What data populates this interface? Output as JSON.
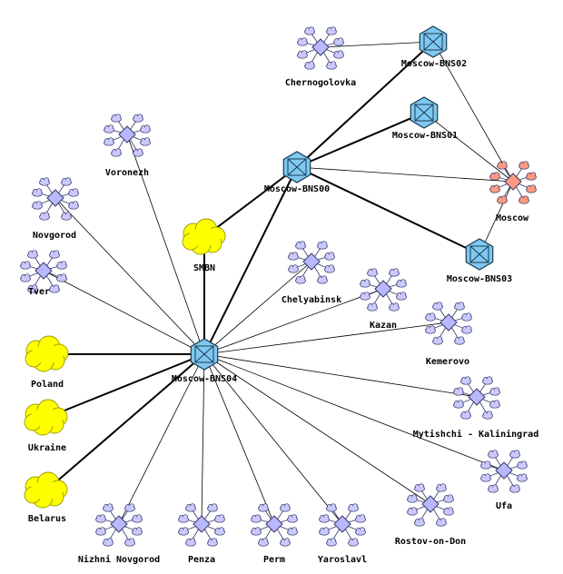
{
  "colors": {
    "background": "#ffffff",
    "link": "#000000",
    "router_fill": "#7fc8f0",
    "router_border": "#1a3b52",
    "cluster_node": "#c9c9ff",
    "cluster_hub": "#b8b8ff",
    "cluster_line": "#3a3a6a",
    "moscow_node": "#ff9a80",
    "moscow_hub": "#ff9a80",
    "cloud_fill": "#ffff00",
    "cloud_border": "#9a9a00"
  },
  "nodes": [
    {
      "id": "chernogolovka",
      "label": "Chernogolovka",
      "kind": "cluster",
      "icon": "star-cluster-icon"
    },
    {
      "id": "bns02",
      "label": "Moscow-BNS02",
      "kind": "router",
      "icon": "router-icon"
    },
    {
      "id": "bns01",
      "label": "Moscow-BNS01",
      "kind": "router",
      "icon": "router-icon"
    },
    {
      "id": "voronezh",
      "label": "Voronezh",
      "kind": "cluster",
      "icon": "star-cluster-icon"
    },
    {
      "id": "bns00",
      "label": "Moscow-BNS00",
      "kind": "router",
      "icon": "router-icon"
    },
    {
      "id": "moscow",
      "label": "Moscow",
      "kind": "cluster-red",
      "icon": "star-cluster-icon"
    },
    {
      "id": "novgorod",
      "label": "Novgorod",
      "kind": "cluster",
      "icon": "star-cluster-icon"
    },
    {
      "id": "smbn",
      "label": "SMBN",
      "kind": "cloud",
      "icon": "cloud-icon"
    },
    {
      "id": "bns03",
      "label": "Moscow-BNS03",
      "kind": "router",
      "icon": "router-icon"
    },
    {
      "id": "tver",
      "label": "Tver",
      "kind": "cluster",
      "icon": "star-cluster-icon"
    },
    {
      "id": "chelyabinsk",
      "label": "Chelyabinsk",
      "kind": "cluster",
      "icon": "star-cluster-icon"
    },
    {
      "id": "kazan",
      "label": "Kazan",
      "kind": "cluster",
      "icon": "star-cluster-icon"
    },
    {
      "id": "kemerovo",
      "label": "Kemerovo",
      "kind": "cluster",
      "icon": "star-cluster-icon"
    },
    {
      "id": "poland",
      "label": "Poland",
      "kind": "cloud",
      "icon": "cloud-icon"
    },
    {
      "id": "bns04",
      "label": "Moscow-BNS04",
      "kind": "router",
      "icon": "router-icon"
    },
    {
      "id": "mytishchi",
      "label": "Mytishchi - Kaliningrad",
      "kind": "cluster",
      "icon": "star-cluster-icon"
    },
    {
      "id": "ukraine",
      "label": "Ukraine",
      "kind": "cloud",
      "icon": "cloud-icon"
    },
    {
      "id": "ufa",
      "label": "Ufa",
      "kind": "cluster",
      "icon": "star-cluster-icon"
    },
    {
      "id": "belarus",
      "label": "Belarus",
      "kind": "cloud",
      "icon": "cloud-icon"
    },
    {
      "id": "rostov",
      "label": "Rostov-on-Don",
      "kind": "cluster",
      "icon": "star-cluster-icon"
    },
    {
      "id": "nizhni",
      "label": "Nizhni Novgorod",
      "kind": "cluster",
      "icon": "star-cluster-icon"
    },
    {
      "id": "penza",
      "label": "Penza",
      "kind": "cluster",
      "icon": "star-cluster-icon"
    },
    {
      "id": "perm",
      "label": "Perm",
      "kind": "cluster",
      "icon": "star-cluster-icon"
    },
    {
      "id": "yaroslavl",
      "label": "Yaroslavl",
      "kind": "cluster",
      "icon": "star-cluster-icon"
    }
  ],
  "links": [
    {
      "from": "chernogolovka",
      "to": "bns02",
      "weight": "thin"
    },
    {
      "from": "bns02",
      "to": "bns00",
      "weight": "thick"
    },
    {
      "from": "bns01",
      "to": "bns00",
      "weight": "thick"
    },
    {
      "from": "bns02",
      "to": "moscow",
      "weight": "thin"
    },
    {
      "from": "bns01",
      "to": "moscow",
      "weight": "thin"
    },
    {
      "from": "bns00",
      "to": "moscow",
      "weight": "thin"
    },
    {
      "from": "bns03",
      "to": "moscow",
      "weight": "thin"
    },
    {
      "from": "bns00",
      "to": "bns03",
      "weight": "thick"
    },
    {
      "from": "bns00",
      "to": "smbn",
      "weight": "thick"
    },
    {
      "from": "bns00",
      "to": "bns04",
      "weight": "thick"
    },
    {
      "from": "smbn",
      "to": "bns04",
      "weight": "thick"
    },
    {
      "from": "voronezh",
      "to": "bns04",
      "weight": "thin"
    },
    {
      "from": "novgorod",
      "to": "bns04",
      "weight": "thin"
    },
    {
      "from": "tver",
      "to": "bns04",
      "weight": "thin"
    },
    {
      "from": "poland",
      "to": "bns04",
      "weight": "thick"
    },
    {
      "from": "ukraine",
      "to": "bns04",
      "weight": "thick"
    },
    {
      "from": "belarus",
      "to": "bns04",
      "weight": "thick"
    },
    {
      "from": "chelyabinsk",
      "to": "bns04",
      "weight": "thin"
    },
    {
      "from": "kazan",
      "to": "bns04",
      "weight": "thin"
    },
    {
      "from": "kemerovo",
      "to": "bns04",
      "weight": "thin"
    },
    {
      "from": "mytishchi",
      "to": "bns04",
      "weight": "thin"
    },
    {
      "from": "ufa",
      "to": "bns04",
      "weight": "thin"
    },
    {
      "from": "rostov",
      "to": "bns04",
      "weight": "thin"
    },
    {
      "from": "nizhni",
      "to": "bns04",
      "weight": "thin"
    },
    {
      "from": "penza",
      "to": "bns04",
      "weight": "thin"
    },
    {
      "from": "perm",
      "to": "bns04",
      "weight": "thin"
    },
    {
      "from": "yaroslavl",
      "to": "bns04",
      "weight": "thin"
    }
  ]
}
